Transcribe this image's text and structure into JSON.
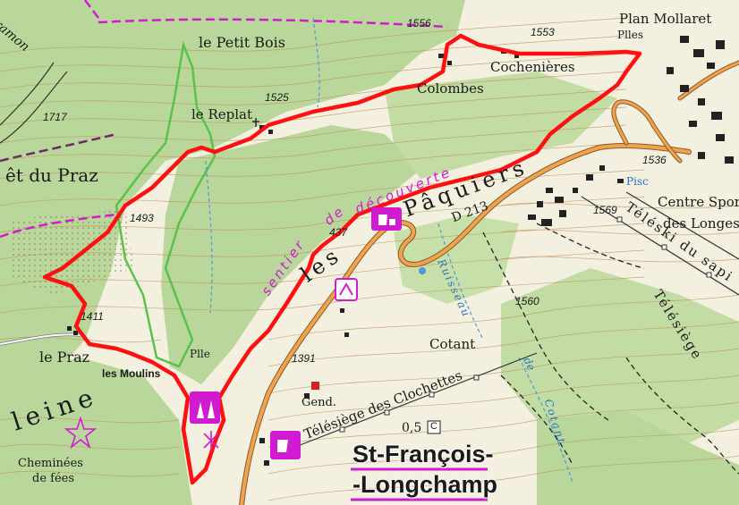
{
  "map": {
    "colors": {
      "forest": "#b9d79a",
      "meadow": "#f3f0df",
      "contour": "#c08e5c",
      "route": "#ff1010",
      "road": "#e8923d",
      "boundary": "#d11bd1",
      "stream": "#4a9bd9",
      "building": "#222222"
    },
    "places": {
      "le_petit_bois": "le Petit Bois",
      "le_replat": "le Replat",
      "plan_mollaret": "Plan Mollaret",
      "plles_top": "Plles",
      "cochenieres": "Cochenières",
      "colombes": "Colombes",
      "foret_du_praz": "êt du Praz",
      "le_praz": "le Praz",
      "les_moulins": "les Moulins",
      "plle_bottom": "Plle",
      "cotant": "Cotant",
      "gend": "Gend.",
      "centre_sportif": "Centre Spor",
      "des_longes": "des Longes",
      "cheminees": "Cheminées",
      "de_fees": "de fées",
      "ramon": "ramon",
      "leine": "leine",
      "les_paquiers_1": "les",
      "les_paquiers_2": "Pâquiers",
      "town_line1": "St-François-",
      "town_line2": "-Longchamp"
    },
    "elevations": [
      "1556",
      "1553",
      "1525",
      "1717",
      "1493",
      "437",
      "1411",
      "1391",
      "1536",
      "1569",
      "1560"
    ],
    "trail": {
      "part1": "sentier",
      "part2": "de",
      "part3": "découverte"
    },
    "roads": {
      "d213": "D 213",
      "piscine": "Pisc"
    },
    "lifts": {
      "clochettes": "Télésiège des Clochettes",
      "teleski": "Téléski du sapi",
      "telesiege_right": "Télésiège"
    },
    "streams": {
      "ruisseau": "Ruisseau",
      "de": "de",
      "cotant": "Cotant"
    },
    "scale": {
      "value": "0,5",
      "badge": "C"
    },
    "icons": [
      "ski-lift-icon",
      "picnic-tree-icon",
      "chairlift-icon",
      "poi-star-icon",
      "snowflake-icon",
      "church-icon",
      "police-icon"
    ]
  }
}
